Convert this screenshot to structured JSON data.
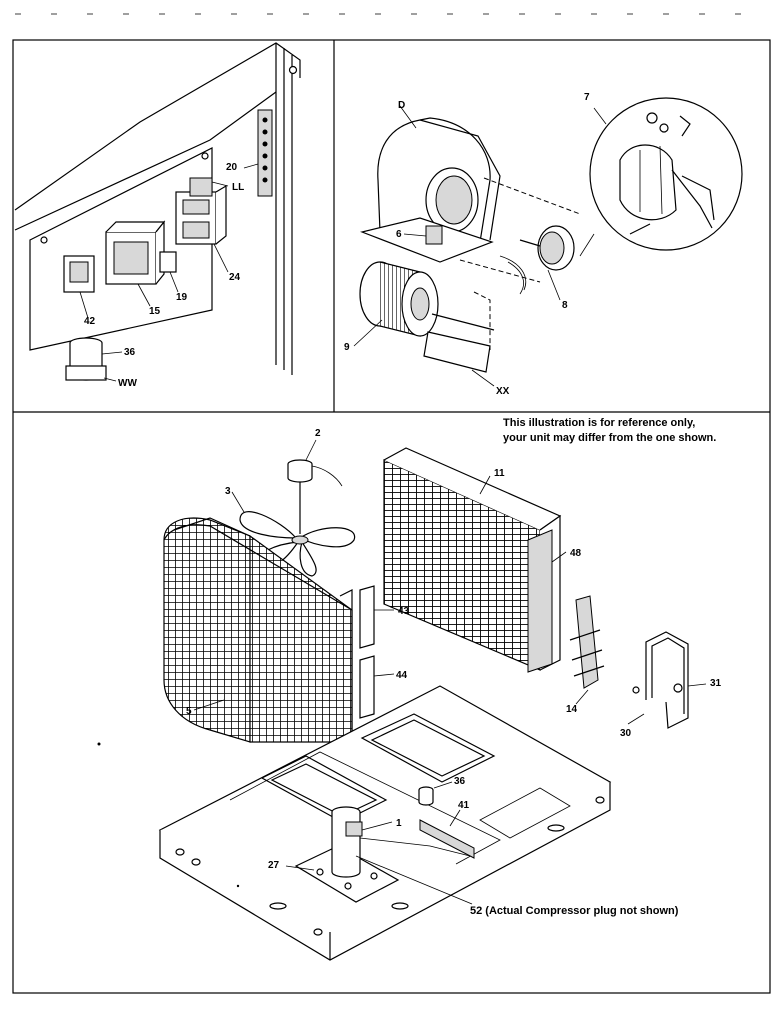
{
  "note": {
    "line1": "This illustration is for reference only,",
    "line2": "your unit may differ from the one shown."
  },
  "labels": {
    "controls": [
      "20",
      "LL",
      "24",
      "19",
      "15",
      "42",
      "36",
      "WW"
    ],
    "blower": [
      "D",
      "7",
      "6",
      "8",
      "9",
      "XX"
    ],
    "unit": [
      "2",
      "3",
      "11",
      "48",
      "43",
      "44",
      "5",
      "14",
      "31",
      "30",
      "36",
      "41",
      "1",
      "27"
    ],
    "compressor_note": "52 (Actual Compressor plug not shown)"
  },
  "colors": {
    "ink": "#000000",
    "paper": "#ffffff"
  }
}
